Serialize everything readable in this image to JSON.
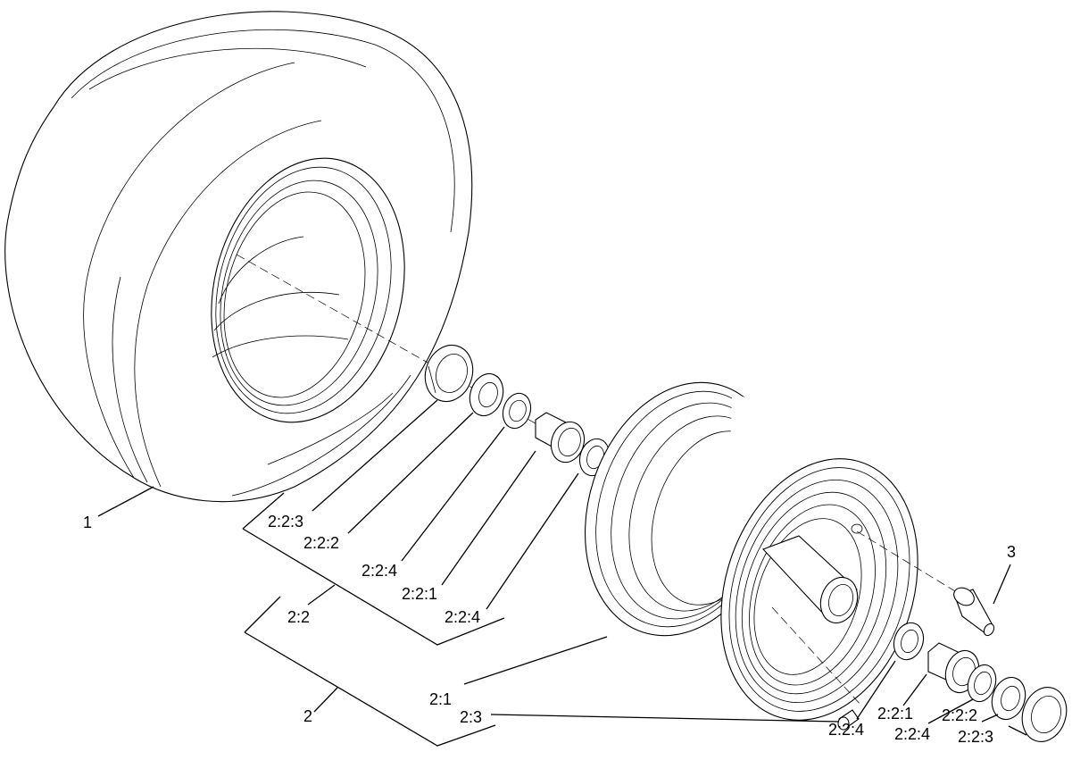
{
  "callouts": {
    "tire": "1",
    "wheel_assembly": "2",
    "valve_stem": "3",
    "bearing_kit": "2:2",
    "rim": "2:1",
    "grease_fitting": "2:3",
    "left_seal": "2:2:3",
    "left_bearing_race": "2:2:2",
    "left_spacer_a": "2:2:4",
    "left_bushing": "2:2:1",
    "left_spacer_b": "2:2:4",
    "right_spacer_a": "2:2:4",
    "right_bushing": "2:2:1",
    "right_spacer_b": "2:2:4",
    "right_bearing_race": "2:2:2",
    "right_seal": "2:2:3"
  }
}
